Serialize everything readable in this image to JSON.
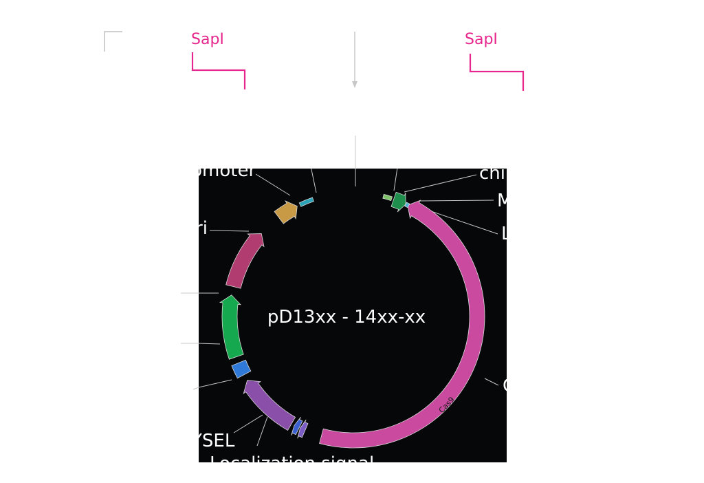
{
  "map": {
    "title": "pD13xx - 14xx-xx",
    "background": "#050708",
    "backbone_color": "#050708"
  },
  "restriction_sites": [
    {
      "name": "SapI",
      "color": "#e6268c"
    },
    {
      "name": "SapI",
      "color": "#e6268c"
    }
  ],
  "features": [
    {
      "id": "cas9",
      "label": "Cas9",
      "color": "#c94a9e"
    },
    {
      "id": "nls",
      "label": "Localization signal",
      "color": "#7a5cc4"
    },
    {
      "id": "ysel",
      "label": "YSEL",
      "color": "#3a5fd0"
    },
    {
      "id": "purple-marker",
      "label": "",
      "color": "#8a4fa8"
    },
    {
      "id": "blue-promoter",
      "label": "",
      "color": "#2f7ad8"
    },
    {
      "id": "green-marker",
      "label": "",
      "color": "#16a84e"
    },
    {
      "id": "ori",
      "label": "ori",
      "color": "#b03c70"
    },
    {
      "id": "promoter",
      "label": "promoter",
      "color": "#c99a45"
    },
    {
      "id": "teal-element",
      "label": "",
      "color": "#2aa3b8"
    },
    {
      "id": "chi",
      "label": "chi",
      "color": "#7fc46a"
    },
    {
      "id": "m-element",
      "label": "M",
      "color": "#1f8f4e"
    },
    {
      "id": "l-element",
      "label": "L",
      "color": "#4ab0d6"
    }
  ],
  "visible_label_text": {
    "promoter": "romoter",
    "ori": "ri",
    "chi": "chi",
    "m": "M",
    "l": "L",
    "cas9_outer": "C",
    "ysel": "YSEL",
    "nls": "Localization signal",
    "cas9_arc": "Cas9"
  }
}
